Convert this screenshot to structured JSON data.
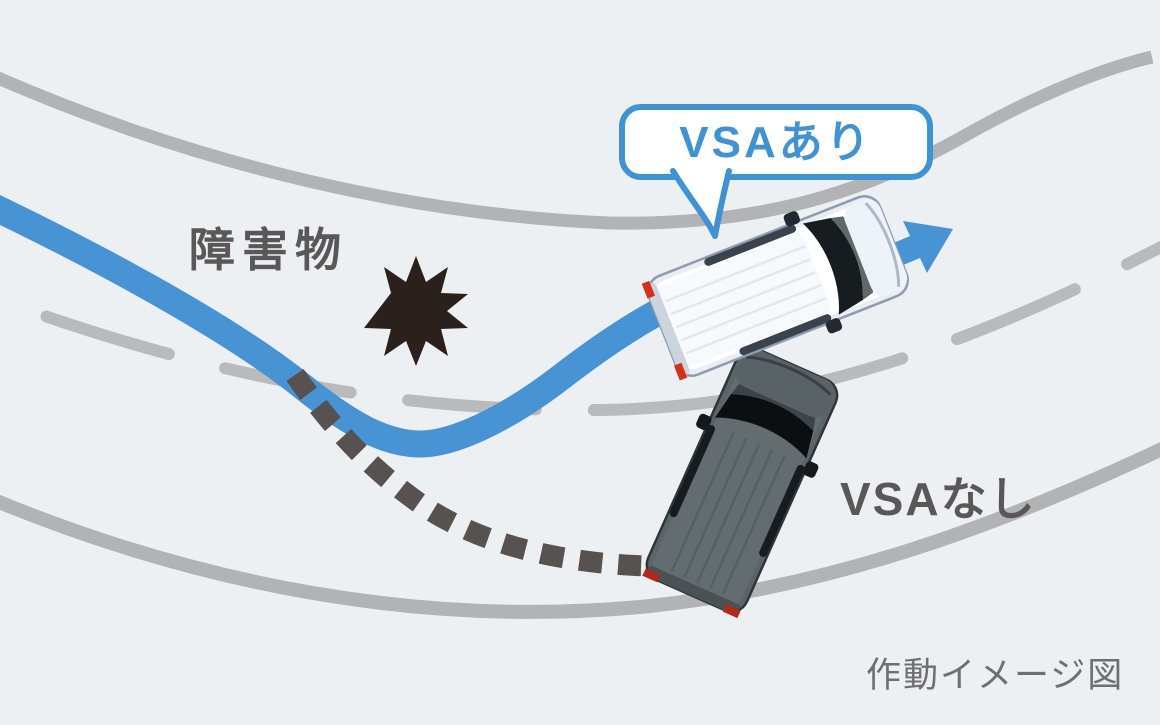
{
  "diagram": {
    "caption": "作動イメージ図",
    "bubble": {
      "label": "VSAあり",
      "border_color": "#3f92d6",
      "text_color": "#3f92d6",
      "fill": "#ffffff"
    },
    "labels": {
      "obstacle": "障害物",
      "without_vsa": "VSAなし"
    },
    "colors": {
      "background": "#edf0f3",
      "vsa_path_blue": "#4793d3",
      "no_vsa_dash_dark": "#57524f",
      "road_edge_gray": "#b2b3b5",
      "lane_dash_gray": "#b9babc",
      "obstacle_star": "#2b211c",
      "label_text_dark": "#595757",
      "caption_gray": "#6f6f6f"
    },
    "icons": {
      "obstacle": "starburst-icon",
      "with_vsa_vehicle": "white-minivan-top-view-icon",
      "without_vsa_vehicle": "gray-minivan-top-view-icon",
      "direction": "arrow-right-up-icon"
    }
  }
}
